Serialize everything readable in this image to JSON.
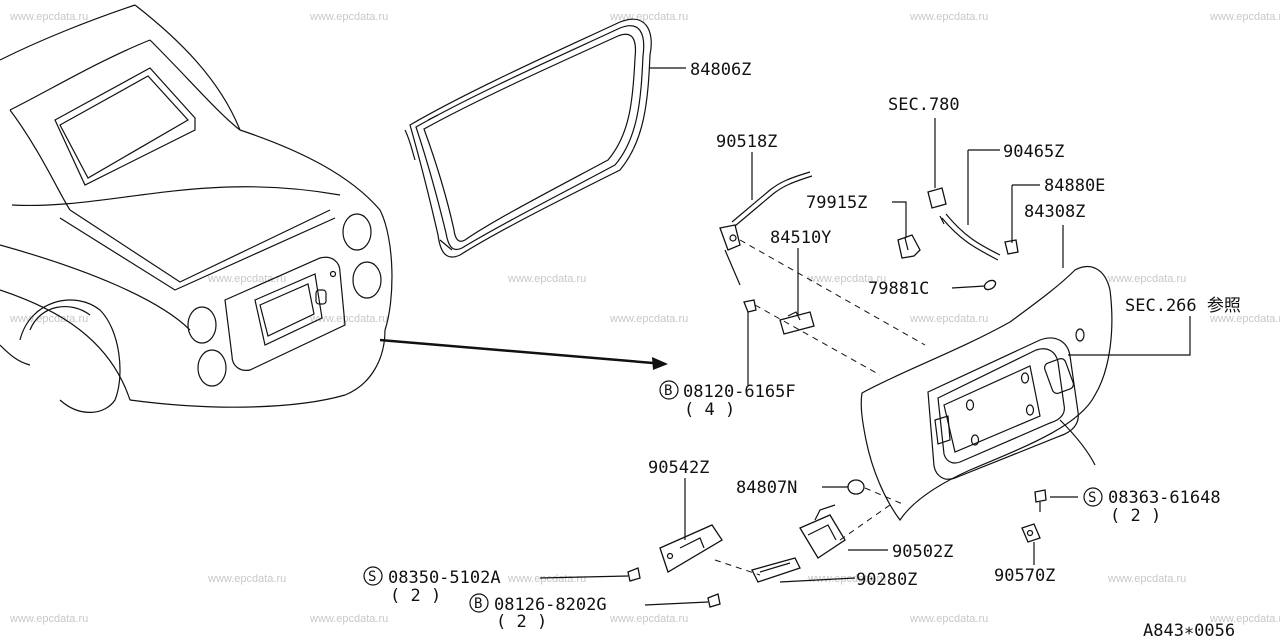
{
  "watermarks": [
    "www.epcdata.ru"
  ],
  "labels": {
    "p84806Z": "84806Z",
    "p90518Z": "90518Z",
    "sec780": "SEC.780",
    "p90465Z": "90465Z",
    "p84880E": "84880E",
    "p79915Z": "79915Z",
    "p84308Z": "84308Z",
    "p84510Y": "84510Y",
    "p79881C": "79881C",
    "sec266": "SEC.266 参照",
    "b08120": "08120-6165F",
    "b08120_qty": "( 4 )",
    "p90542Z": "90542Z",
    "p84807N": "84807N",
    "s08363": "08363-61648",
    "s08363_qty": "( 2 )",
    "p90502Z": "90502Z",
    "s08350": "08350-5102A",
    "s08350_qty": "( 2 )",
    "p90280Z": "90280Z",
    "p90570Z": "90570Z",
    "b08126": "08126-8202G",
    "b08126_qty": "( 2 )",
    "diagram_code": "A843∗0056"
  },
  "symbols": {
    "bolt": "B",
    "screw": "S"
  }
}
